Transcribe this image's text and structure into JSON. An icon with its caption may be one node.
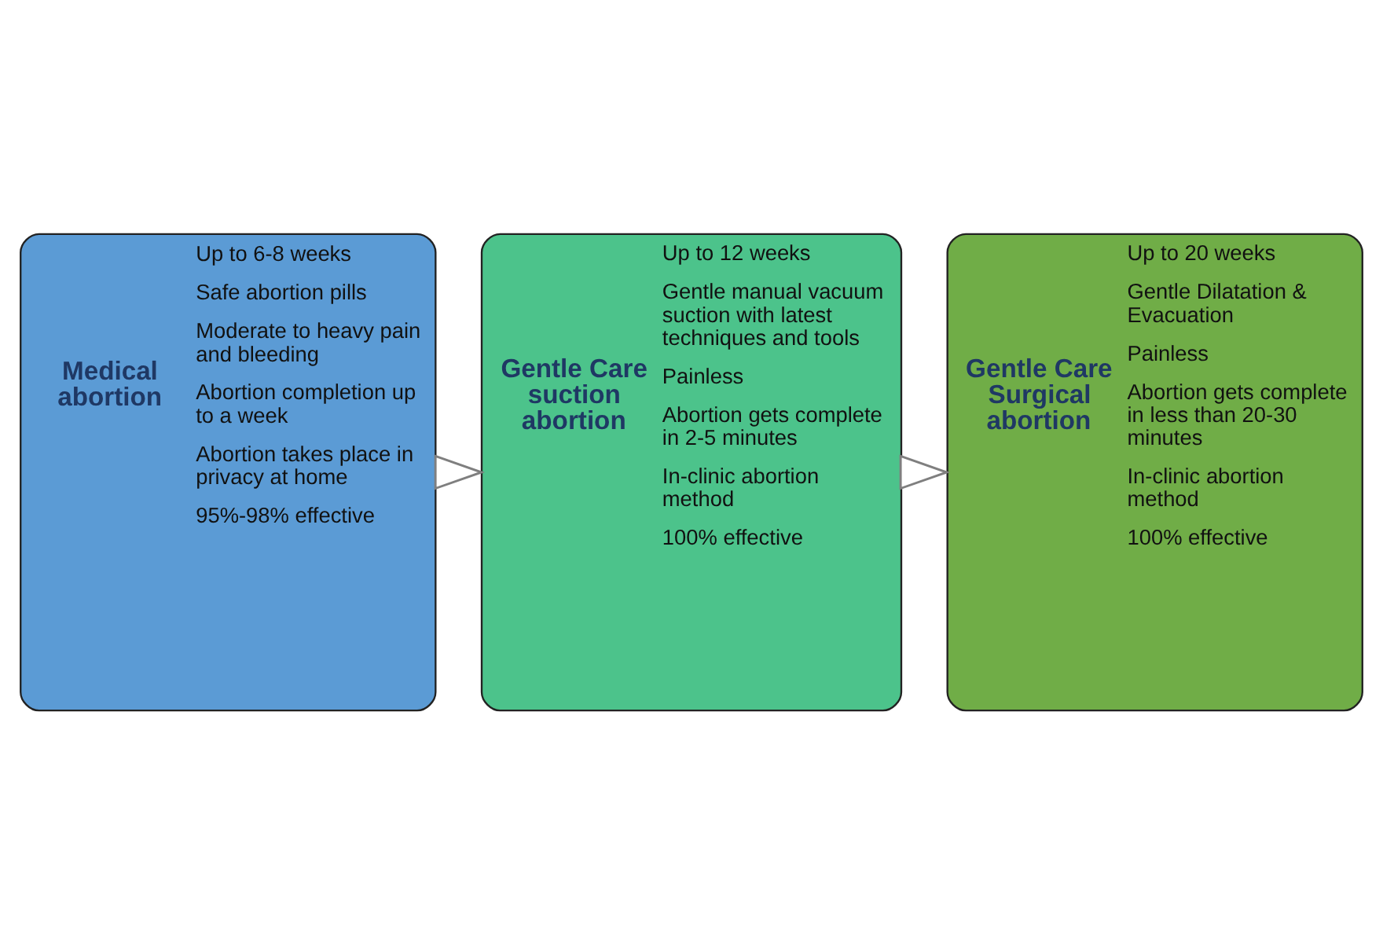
{
  "diagram": {
    "nodes": [
      {
        "text": [
          "Medical abortion",
          "Up to 6-8 weeks",
          "Safe abortion pills",
          "Moderate to heavy pain and bleeding",
          "Abortion completion up to a week",
          "Abortion takes place in privacy at home",
          "95%-98% effective"
        ]
      },
      {
        "text": [
          "Gentle Care suction abortion",
          "Up to 12 weeks",
          "Gentle manual vacuum suction with latest techniques and tools",
          "Painless",
          "Abortion gets complete in 2-5 minutes",
          "In-clinic abortion method",
          "100% effective"
        ]
      },
      {
        "text": [
          "Gentle Care Surgical abortion",
          "Up to 20 weeks",
          "Gentle Dilatation & Evacuation",
          "Painless",
          "Abortion gets complete in less than 20-30 minutes",
          "In-clinic abortion method",
          "100% effective"
        ]
      }
    ],
    "edges": [
      {
        "from": 0,
        "to": 1,
        "arrow": "to"
      },
      {
        "from": 1,
        "to": 2,
        "arrow": "to"
      }
    ]
  }
}
